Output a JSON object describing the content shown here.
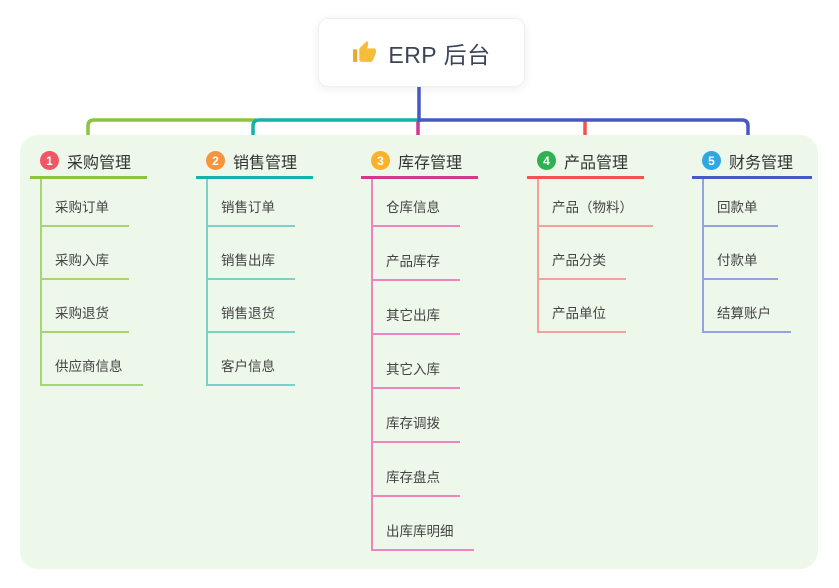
{
  "root": {
    "label": "ERP 后台",
    "icon": "thumbs-up-icon"
  },
  "branches": [
    {
      "badge": "1",
      "label": "采购管理",
      "badge_color": "#f25565",
      "line_color": "#8ac440",
      "child_line_color": "#a8d574",
      "children": [
        "采购订单",
        "采购入库",
        "采购退货",
        "供应商信息"
      ]
    },
    {
      "badge": "2",
      "label": "销售管理",
      "badge_color": "#f79440",
      "line_color": "#13b2ac",
      "child_line_color": "#7cd0c8",
      "children": [
        "销售订单",
        "销售出库",
        "销售退货",
        "客户信息"
      ]
    },
    {
      "badge": "3",
      "label": "库存管理",
      "badge_color": "#fbb226",
      "line_color": "#d5368f",
      "child_line_color": "#ee85c0",
      "children": [
        "仓库信息",
        "产品库存",
        "其它出库",
        "其它入库",
        "库存调拨",
        "库存盘点",
        "出库库明细"
      ]
    },
    {
      "badge": "4",
      "label": "产品管理",
      "badge_color": "#2eb150",
      "line_color": "#f2544d",
      "child_line_color": "#f5a09a",
      "children": [
        "产品（物料）",
        "产品分类",
        "产品单位"
      ]
    },
    {
      "badge": "5",
      "label": "财务管理",
      "badge_color": "#2fa7e3",
      "line_color": "#4759c4",
      "child_line_color": "#95a2de",
      "children": [
        "回款单",
        "付款单",
        "结算账户"
      ]
    }
  ],
  "colors": {
    "page_bg": "#ffffff",
    "panel_bg": "#edf7ea",
    "root_connector": "#4759c4",
    "root_card_bg": "#ffffff",
    "root_text": "#3b4556",
    "node_text": "#444444",
    "thumb_icon": "#f6bd3a"
  }
}
